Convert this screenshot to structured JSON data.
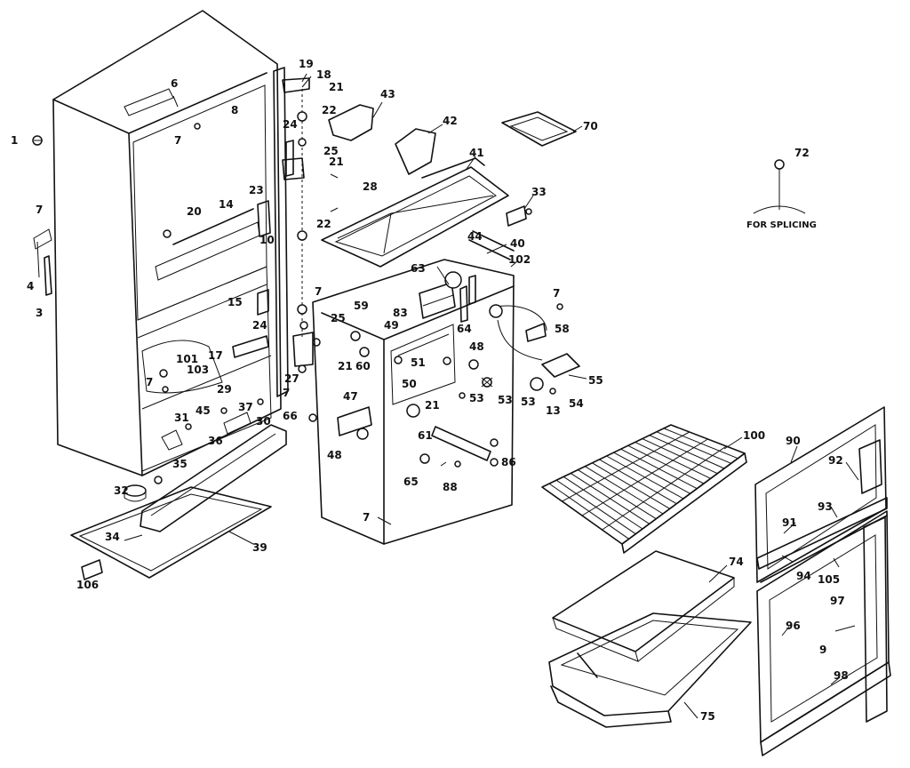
{
  "note": "FOR SPLICING",
  "labels": [
    "1",
    "3",
    "4",
    "6",
    "7",
    "8",
    "9",
    "10",
    "13",
    "14",
    "15",
    "17",
    "18",
    "19",
    "20",
    "21",
    "22",
    "23",
    "24",
    "25",
    "27",
    "28",
    "29",
    "30",
    "31",
    "32",
    "33",
    "34",
    "35",
    "36",
    "37",
    "39",
    "40",
    "41",
    "42",
    "43",
    "44",
    "45",
    "47",
    "48",
    "49",
    "50",
    "51",
    "53",
    "54",
    "55",
    "58",
    "59",
    "60",
    "61",
    "63",
    "64",
    "65",
    "66",
    "70",
    "72",
    "74",
    "75",
    "83",
    "86",
    "88",
    "90",
    "91",
    "92",
    "93",
    "94",
    "96",
    "97",
    "98",
    "100",
    "101",
    "102",
    "103",
    "105",
    "106"
  ]
}
